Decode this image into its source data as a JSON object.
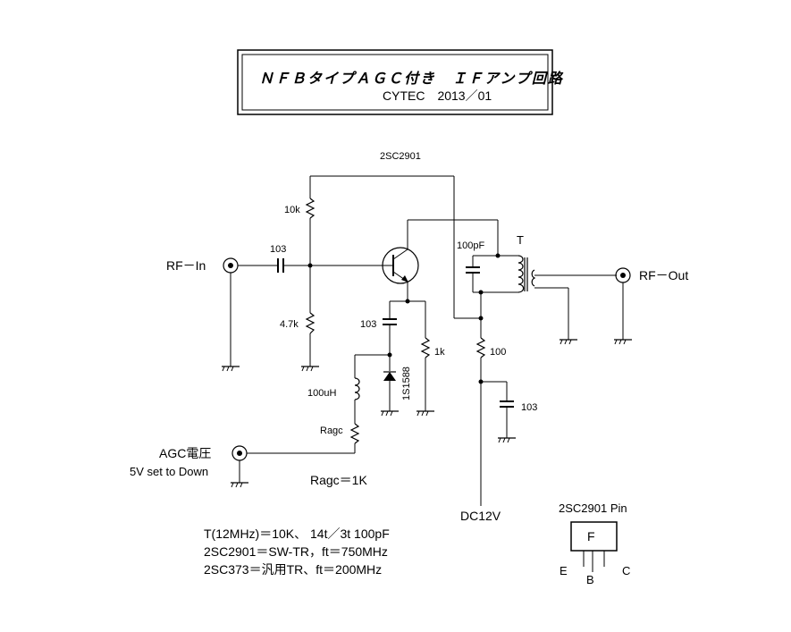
{
  "title_box": {
    "title": "ＮＦＢタイプＡＧＣ付き　ＩＦアンプ回路",
    "subtitle": "CYTEC　2013／01"
  },
  "labels": {
    "transistor": "2SC2901",
    "r_bias_top": "10k",
    "r_bias_bottom": "4.7k",
    "c_input": "103",
    "rf_in": "RF－In",
    "c_emitter": "103",
    "diode": "1S1588",
    "r_emitter": "1k",
    "inductor": "100uH",
    "r_agc": "Ragc",
    "agc_voltage": "AGC電圧",
    "agc_note": "5V set to Down",
    "ragc_value": "Ragc＝1K",
    "c_tank": "100pF",
    "transformer": "T",
    "rf_out": "RF－Out",
    "r_decouple": "100",
    "c_decouple": "103",
    "dc_supply": "DC12V"
  },
  "notes": [
    "T(12MHz)＝10K、 14t／3t  100pF",
    "2SC2901＝SW-TR，ft＝750MHz",
    "2SC373＝汎用TR、ft＝200MHz"
  ],
  "pinout": {
    "title": "2SC2901  Pin",
    "package_label": "F",
    "pin_e": "E",
    "pin_b": "B",
    "pin_c": "C"
  }
}
